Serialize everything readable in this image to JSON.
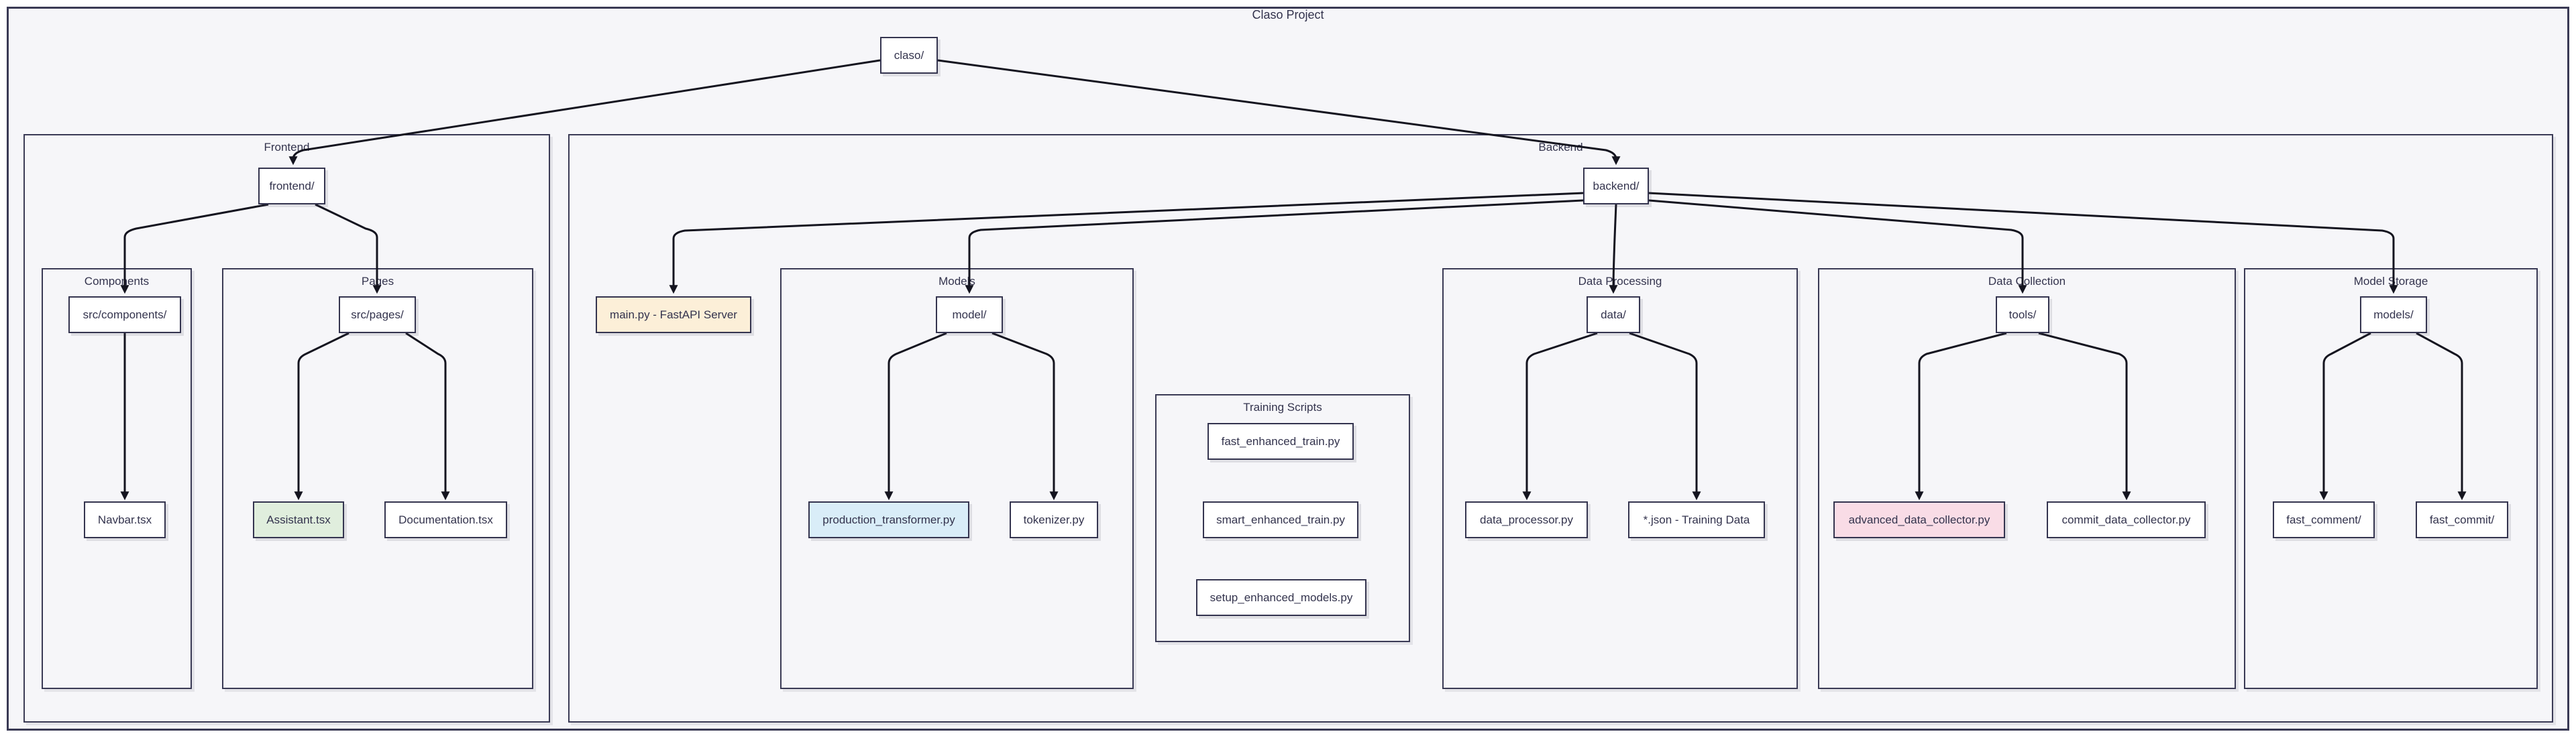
{
  "diagram": {
    "title": "Claso Project"
  },
  "clusters": {
    "frontend": {
      "label": "Frontend"
    },
    "backend": {
      "label": "Backend"
    },
    "components": {
      "label": "Components"
    },
    "pages": {
      "label": "Pages"
    },
    "models_cluster": {
      "label": "Models"
    },
    "training": {
      "label": "Training Scripts"
    },
    "data_processing": {
      "label": "Data Processing"
    },
    "data_collection": {
      "label": "Data Collection"
    },
    "model_storage": {
      "label": "Model Storage"
    }
  },
  "nodes": {
    "claso": {
      "label": "claso/",
      "fill": "#ffffff"
    },
    "frontend_dir": {
      "label": "frontend/",
      "fill": "#ffffff"
    },
    "backend_dir": {
      "label": "backend/",
      "fill": "#ffffff"
    },
    "src_components": {
      "label": "src/components/",
      "fill": "#ffffff"
    },
    "src_pages": {
      "label": "src/pages/",
      "fill": "#ffffff"
    },
    "navbar": {
      "label": "Navbar.tsx",
      "fill": "#ffffff"
    },
    "assistant": {
      "label": "Assistant.tsx",
      "fill": "#e0eedd"
    },
    "documentation": {
      "label": "Documentation.tsx",
      "fill": "#ffffff"
    },
    "main_py": {
      "label": "main.py - FastAPI Server",
      "fill": "#fcefd8"
    },
    "model_dir": {
      "label": "model/",
      "fill": "#ffffff"
    },
    "production_transformer": {
      "label": "production_transformer.py",
      "fill": "#d9edf8"
    },
    "tokenizer": {
      "label": "tokenizer.py",
      "fill": "#ffffff"
    },
    "fast_enhanced_train": {
      "label": "fast_enhanced_train.py",
      "fill": "#ffffff"
    },
    "smart_enhanced_train": {
      "label": "smart_enhanced_train.py",
      "fill": "#ffffff"
    },
    "setup_enhanced_models": {
      "label": "setup_enhanced_models.py",
      "fill": "#ffffff"
    },
    "data_dir": {
      "label": "data/",
      "fill": "#ffffff"
    },
    "data_processor": {
      "label": "data_processor.py",
      "fill": "#ffffff"
    },
    "json_training": {
      "label": "*.json - Training Data",
      "fill": "#ffffff"
    },
    "tools_dir": {
      "label": "tools/",
      "fill": "#ffffff"
    },
    "advanced_collector": {
      "label": "advanced_data_collector.py",
      "fill": "#f9dce6"
    },
    "commit_collector": {
      "label": "commit_data_collector.py",
      "fill": "#ffffff"
    },
    "models_dir": {
      "label": "models/",
      "fill": "#ffffff"
    },
    "fast_comment": {
      "label": "fast_comment/",
      "fill": "#ffffff"
    },
    "fast_commit": {
      "label": "fast_commit/",
      "fill": "#ffffff"
    }
  },
  "edges": [
    {
      "from": "claso/",
      "to": "frontend/"
    },
    {
      "from": "claso/",
      "to": "backend/"
    },
    {
      "from": "frontend/",
      "to": "src/components/"
    },
    {
      "from": "frontend/",
      "to": "src/pages/"
    },
    {
      "from": "src/components/",
      "to": "Navbar.tsx"
    },
    {
      "from": "src/pages/",
      "to": "Assistant.tsx"
    },
    {
      "from": "src/pages/",
      "to": "Documentation.tsx"
    },
    {
      "from": "backend/",
      "to": "main.py - FastAPI Server"
    },
    {
      "from": "backend/",
      "to": "model/"
    },
    {
      "from": "backend/",
      "to": "data/"
    },
    {
      "from": "backend/",
      "to": "tools/"
    },
    {
      "from": "backend/",
      "to": "models/"
    },
    {
      "from": "model/",
      "to": "production_transformer.py"
    },
    {
      "from": "model/",
      "to": "tokenizer.py"
    },
    {
      "from": "data/",
      "to": "data_processor.py"
    },
    {
      "from": "data/",
      "to": "*.json - Training Data"
    },
    {
      "from": "tools/",
      "to": "advanced_data_collector.py"
    },
    {
      "from": "tools/",
      "to": "commit_data_collector.py"
    },
    {
      "from": "models/",
      "to": "fast_comment/"
    },
    {
      "from": "models/",
      "to": "fast_commit/"
    }
  ],
  "colors": {
    "page_background": "#ffffff",
    "surface": "#f6f6f9",
    "border": "#3a3a55",
    "edge_stroke": "#14141f",
    "text": "#33334d",
    "node_default_fill": "#ffffff",
    "wheat_fill": "#fcefd8",
    "green_fill": "#e0eedd",
    "blue_fill": "#d9edf8",
    "pink_fill": "#f9dce6"
  }
}
